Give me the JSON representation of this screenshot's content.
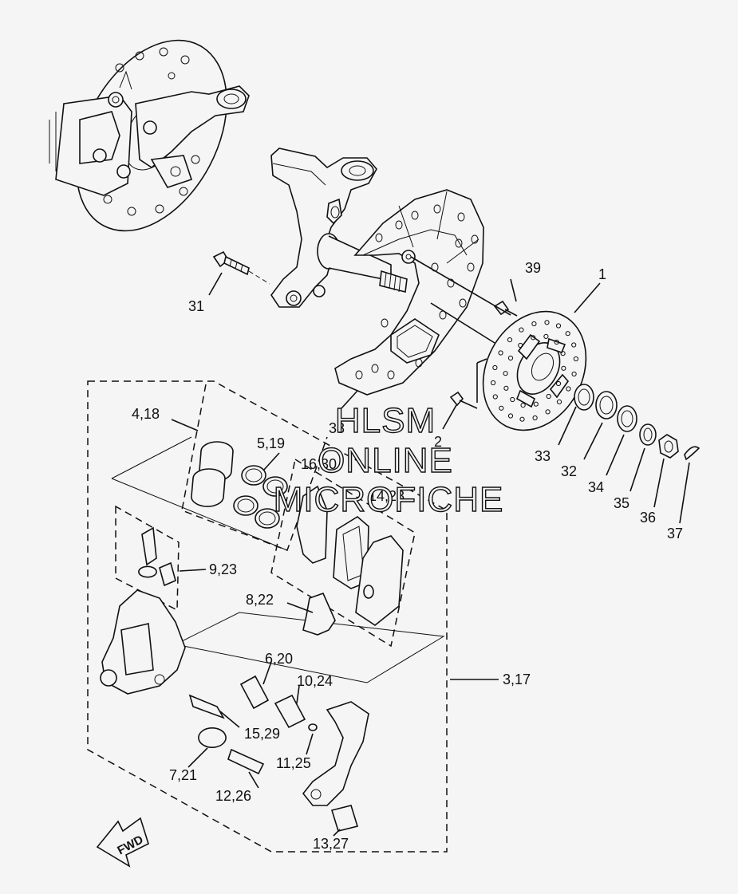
{
  "watermark": {
    "line1": "HLSM",
    "line2": "ONLINE",
    "line3": "MICROFICHE"
  },
  "direction_label": "FWD",
  "callouts": {
    "c1": "1",
    "c2": "2",
    "c3_17": "3,17",
    "c4_18": "4,18",
    "c5_19": "5,19",
    "c6_20": "6,20",
    "c7_21": "7,21",
    "c8_22": "8,22",
    "c9_23": "9,23",
    "c10_24": "10,24",
    "c11_25": "11,25",
    "c12_26": "12,26",
    "c13_27": "13,27",
    "c14_28": "14,28",
    "c15_29": "15,29",
    "c16_30": "16,30",
    "c31": "31",
    "c32": "32",
    "c33": "33",
    "c34": "34",
    "c35": "35",
    "c36": "36",
    "c37": "37",
    "c38": "38",
    "c39": "39"
  }
}
